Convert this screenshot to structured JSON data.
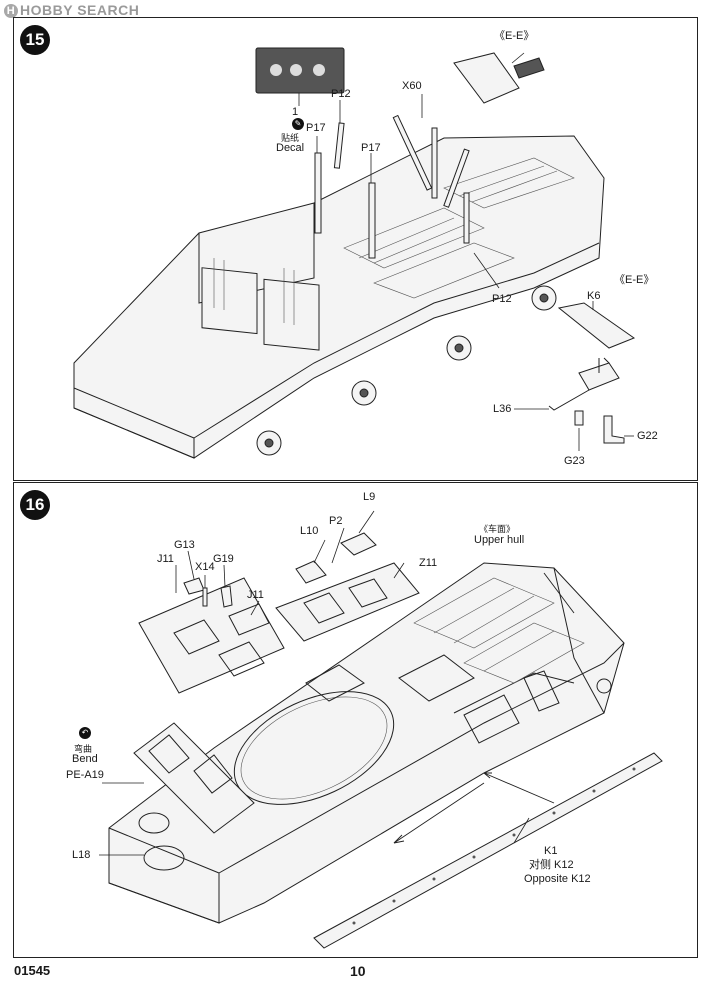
{
  "watermark": "HOBBY SEARCH",
  "footer": {
    "code": "01545",
    "page": "10"
  },
  "step15": {
    "number": "15",
    "labels": {
      "decal_num": "1",
      "decal_zh": "贴纸",
      "decal_en": "Decal",
      "ee_top": "《E-E》",
      "ee_right": "《E-E》",
      "p12_top": "P12",
      "p17_a": "P17",
      "p17_b": "P17",
      "x60": "X60",
      "p12_right": "P12",
      "k6": "K6",
      "l36": "L36",
      "g22": "G22",
      "g23": "G23"
    }
  },
  "step16": {
    "number": "16",
    "labels": {
      "l9": "L9",
      "l10": "L10",
      "p2": "P2",
      "z11": "Z11",
      "g13": "G13",
      "j11_a": "J11",
      "x14": "X14",
      "g19": "G19",
      "j11_b": "J11",
      "upper_zh": "《车面》",
      "upper_en": "Upper hull",
      "bend_zh": "弯曲",
      "bend_en": "Bend",
      "pe": "PE-A19",
      "l18": "L18",
      "k1": "K1",
      "k12_zh": "对侧 K12",
      "k12_en": "Opposite K12"
    }
  },
  "icons": {
    "decal": "decal-icon",
    "bend": "bend-icon"
  }
}
